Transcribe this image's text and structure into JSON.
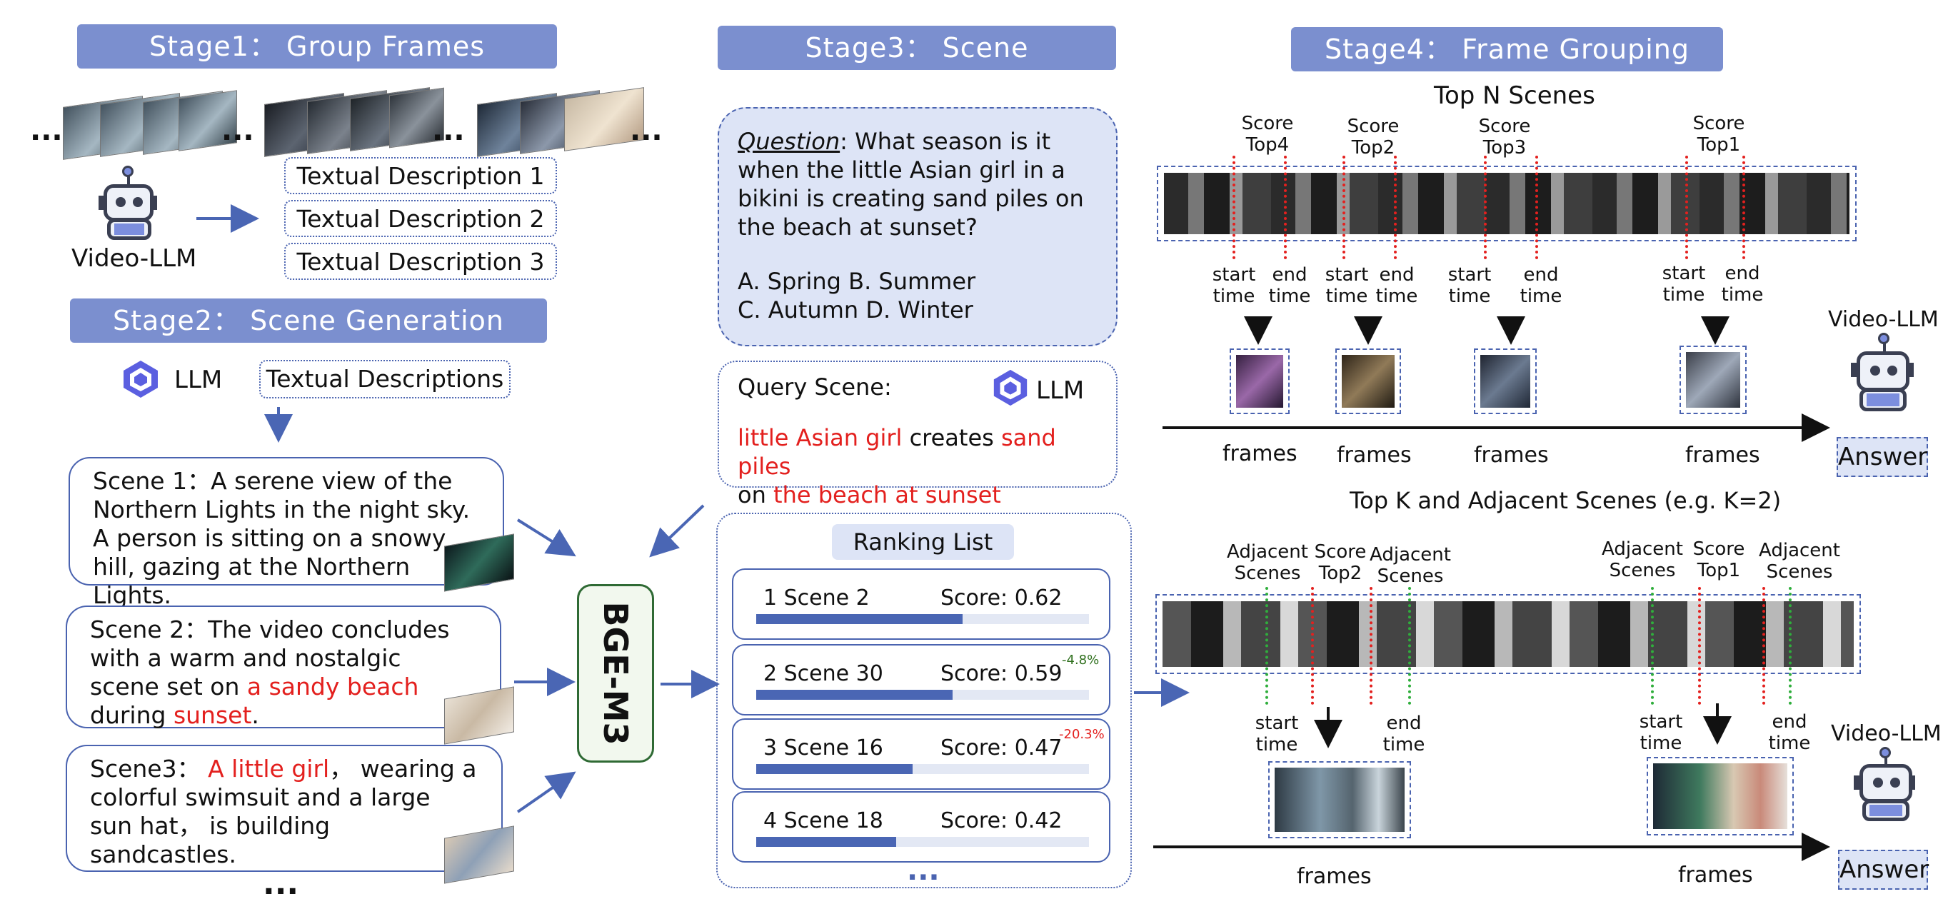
{
  "stage1": {
    "title": "Stage1： Group Frames Description",
    "ellipsis": "...",
    "model": "Video-LLM",
    "descriptions": [
      "Textual Description 1",
      "Textual Description 2",
      "Textual Description 3"
    ]
  },
  "stage2": {
    "title": "Stage2： Scene Generation",
    "llm": "LLM",
    "input": "Textual Descriptions",
    "scenes": [
      {
        "label": "Scene 1：",
        "text": "A serene view of the Northern Lights in the night sky. A person is sitting on a snowy hill, gazing at the Northern Lights."
      },
      {
        "label": "Scene 2：",
        "text1": "The video concludes with a warm and nostalgic scene set on ",
        "red1": "a sandy beach",
        "text2": " during ",
        "red2": "sunset",
        "text3": "."
      },
      {
        "label": "Scene3：",
        "red1": "A little girl",
        "text1": "， wearing a colorful swimsuit and a large sun hat， is building sandcastles."
      }
    ],
    "more": "...",
    "embedder": "BGE-M3"
  },
  "stage3": {
    "title": "Stage3： Scene Localization",
    "question_label": "Question",
    "question_text": ":  What season is it when the little Asian girl in a bikini is creating sand piles on the beach at sunset?",
    "options_line1": "A. Spring   B. Summer",
    "options_line2": "C. Autumn  D. Winter",
    "query_label": "Query Scene:",
    "llm": "LLM",
    "query_red1": "little Asian girl",
    "query_text1": " creates ",
    "query_red2": "sand piles",
    "query_text2": "on ",
    "query_red3": "the beach at sunset",
    "ranking_title": "Ranking List",
    "ranking": [
      {
        "rank": "1",
        "scene": "Scene  2",
        "score_label": "Score:",
        "score": "0.62",
        "fill": 0.62,
        "delta": ""
      },
      {
        "rank": "2",
        "scene": "Scene 30",
        "score_label": "Score:",
        "score": "0.59",
        "fill": 0.59,
        "delta": "-4.8%"
      },
      {
        "rank": "3",
        "scene": "Scene 16",
        "score_label": "Score:",
        "score": "0.47",
        "fill": 0.47,
        "delta": "-20.3%"
      },
      {
        "rank": "4",
        "scene": "Scene 18",
        "score_label": "Score:",
        "score": "0.42",
        "fill": 0.42,
        "delta": ""
      }
    ],
    "ranking_more": "..."
  },
  "stage4": {
    "title": "Stage4： Frame Grouping",
    "topn_title": "Top N Scenes",
    "score_tops": [
      "Score\nTop4",
      "Score\nTop2",
      "Score\nTop3",
      "Score\nTop1"
    ],
    "start_time": "start\ntime",
    "end_time": "end\ntime",
    "frames": "frames",
    "model": "Video-LLM",
    "answer": "Answer",
    "topk_title": "Top K and Adjacent Scenes (e.g. K=2)",
    "adjacent": "Adjacent\nScenes",
    "score_top2": "Score\nTop2",
    "score_top1": "Score\nTop1"
  },
  "colors": {
    "accent": "#7b8fcf",
    "border": "#4a63b0",
    "red": "#e3201e",
    "green": "#2fae3c",
    "answer_bg": "#dde4f6"
  }
}
